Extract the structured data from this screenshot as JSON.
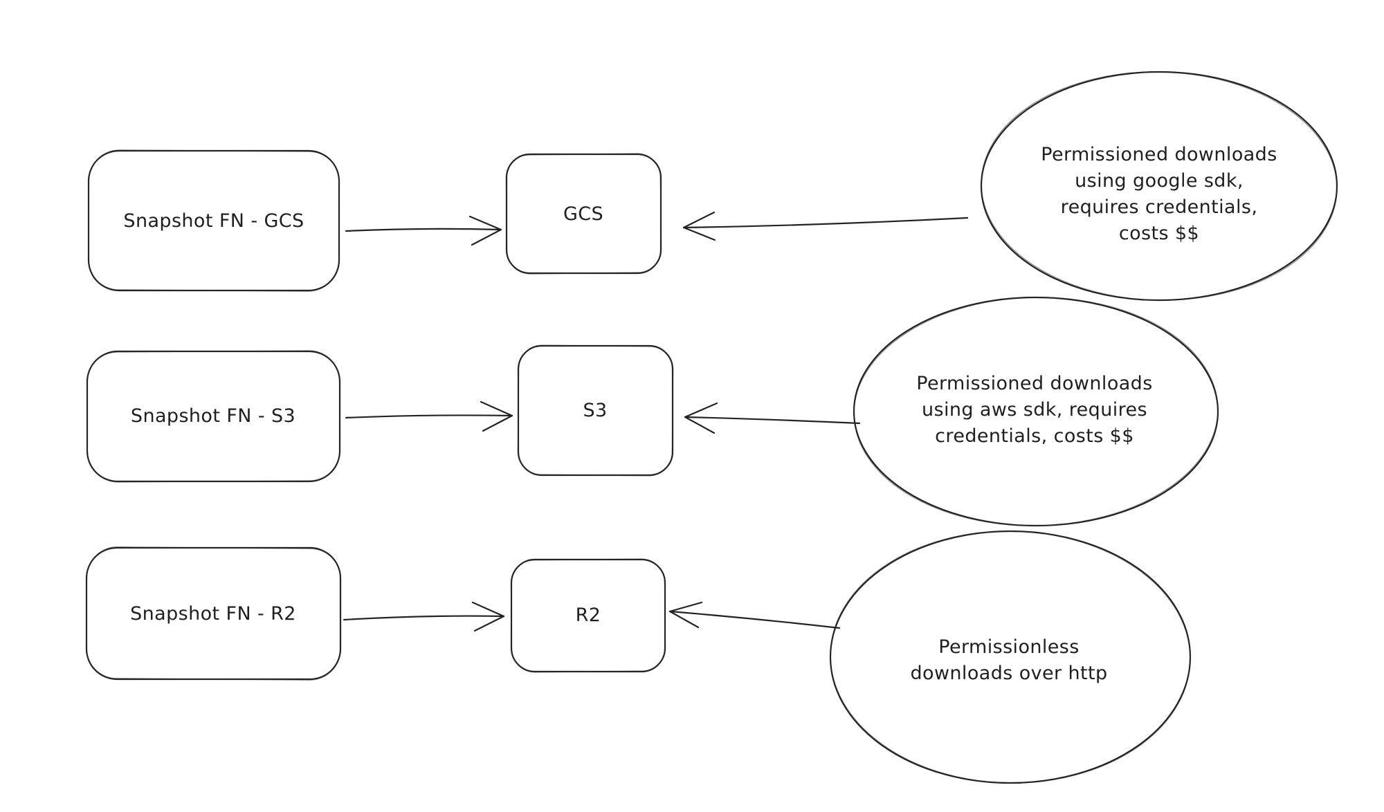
{
  "canvas": {
    "background_color": "#ffffff",
    "stroke_color": "#232323",
    "text_color": "#1f1f1f"
  },
  "rows": [
    {
      "source": "Snapshot FN - GCS",
      "target": "GCS",
      "note_lines": [
        "Permissioned downloads",
        "using google sdk,",
        "requires credentials,",
        "costs $$"
      ]
    },
    {
      "source": "Snapshot FN - S3",
      "target": "S3",
      "note_lines": [
        "Permissioned downloads",
        "using aws sdk, requires",
        "credentials, costs $$"
      ]
    },
    {
      "source": "Snapshot FN - R2",
      "target": "R2",
      "note_lines": [
        "Permissionless",
        "downloads over http"
      ]
    }
  ]
}
